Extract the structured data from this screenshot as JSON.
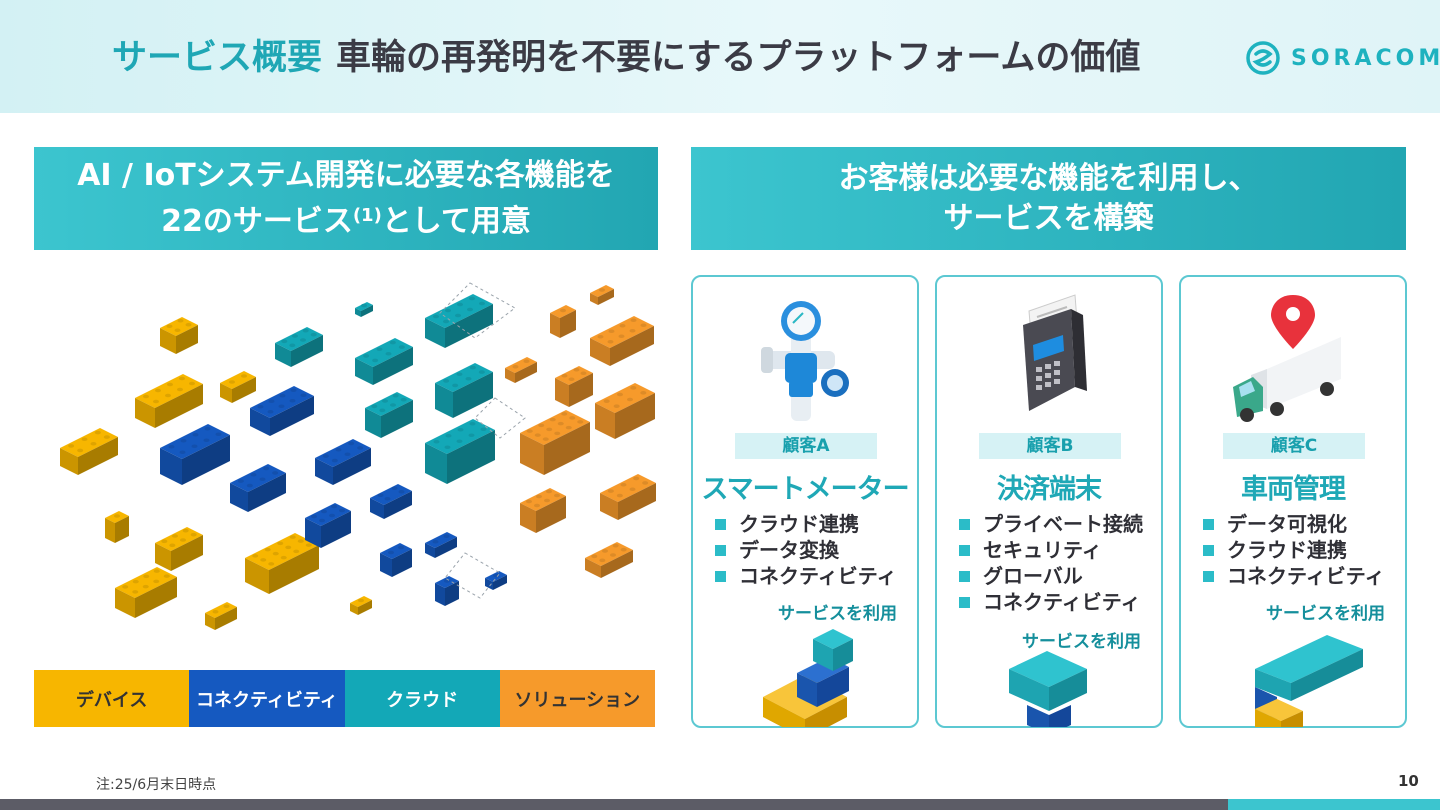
{
  "header": {
    "title_accent": "サービス概要",
    "title_rest": "車輪の再発明を不要にするプラットフォームの価値",
    "logo_text": "SORACOM"
  },
  "left_banner": {
    "line1": "AI / IoTシステム開発に必要な各機能を",
    "line2_prefix": "22のサービス",
    "line2_sup": "(1)",
    "line2_suffix": "として用意"
  },
  "right_banner": {
    "line1": "お客様は必要な機能を利用し、",
    "line2": "サービスを構築"
  },
  "legend": {
    "device": "デバイス",
    "connectivity": "コネクティビティ",
    "cloud": "クラウド",
    "solution": "ソリューション"
  },
  "cards": [
    {
      "customer": "顧客A",
      "usecase": "スマートメーター",
      "features": [
        "クラウド連携",
        "データ変換",
        "コネクティビティ"
      ],
      "use_label": "サービスを利用",
      "icon": "smart-meter-icon"
    },
    {
      "customer": "顧客B",
      "usecase": "決済端末",
      "features": [
        "プライベート接続",
        "セキュリティ",
        "グローバル",
        "コネクティビティ"
      ],
      "use_label": "サービスを利用",
      "icon": "payment-terminal-icon"
    },
    {
      "customer": "顧客C",
      "usecase": "車両管理",
      "features": [
        "データ可視化",
        "クラウド連携",
        "コネクティビティ"
      ],
      "use_label": "サービスを利用",
      "icon": "truck-location-icon"
    }
  ],
  "footnote": "注:25/6月末日時点",
  "page_number": "10",
  "colors": {
    "device": "#f7b600",
    "connectivity": "#1559c0",
    "cloud": "#13a8b7",
    "solution": "#f69a2b",
    "accent": "#1fa7b5"
  }
}
